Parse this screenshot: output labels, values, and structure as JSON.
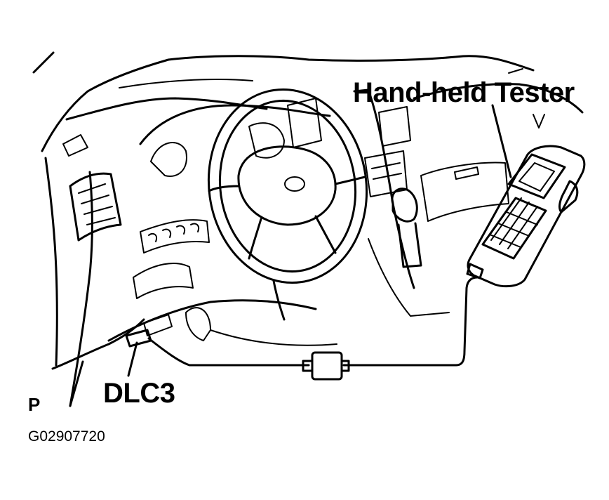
{
  "labels": {
    "tester": "Hand-held Tester",
    "connector": "DLC3",
    "panel_letter": "P",
    "figure_code": "G02907720"
  },
  "colors": {
    "ink": "#000000",
    "background": "#ffffff"
  }
}
